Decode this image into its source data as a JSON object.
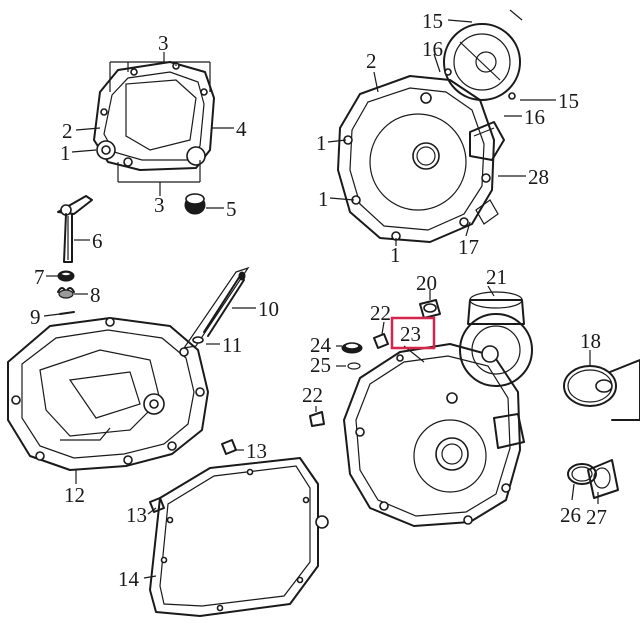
{
  "highlight_color": "#d6254b",
  "ink_color": "#1a1a1a",
  "highlighted_part": "23",
  "callouts": {
    "c1": "1",
    "c2": "2",
    "c3": "3",
    "c4": "4",
    "c5": "5",
    "c6": "6",
    "c7": "7",
    "c8": "8",
    "c9": "9",
    "c10": "10",
    "c11": "11",
    "c12": "12",
    "c13": "13",
    "c14": "14",
    "c15": "15",
    "c16": "16",
    "c17": "17",
    "c18": "18",
    "c20": "20",
    "c21": "21",
    "c22": "22",
    "c23": "23",
    "c24": "24",
    "c25": "25",
    "c26": "26",
    "c27": "27",
    "c28": "28"
  }
}
